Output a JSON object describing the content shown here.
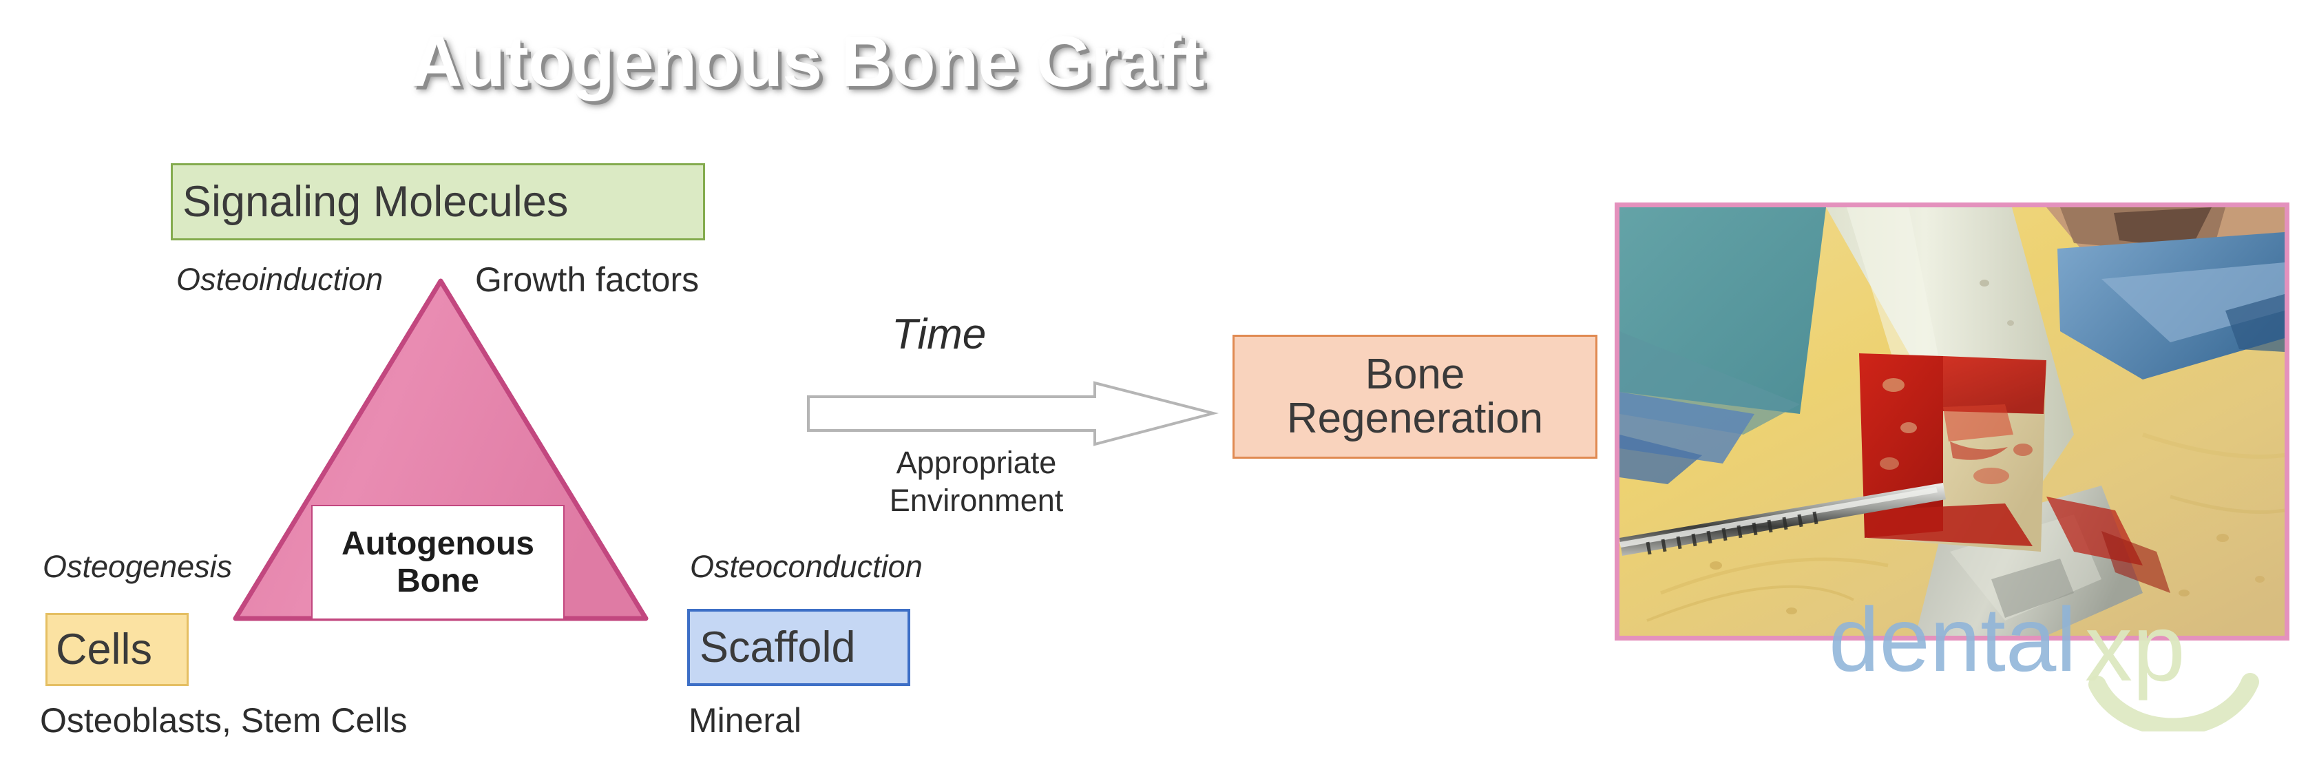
{
  "title": "Autogenous Bone Graft",
  "triad": {
    "signaling": {
      "box_label": "Signaling Molecules",
      "mechanism": "Osteoinduction",
      "component": "Growth factors"
    },
    "cells": {
      "box_label": "Cells",
      "mechanism": "Osteogenesis",
      "component": "Osteoblasts, Stem Cells"
    },
    "scaffold": {
      "box_label": "Scaffold",
      "mechanism": "Osteoconduction",
      "component": "Mineral"
    },
    "center": {
      "line1": "Autogenous",
      "line2": "Bone"
    }
  },
  "process": {
    "time_label": "Time",
    "condition_line1": "Appropriate",
    "condition_line2": "Environment",
    "arrow_icon": "right-block-arrow-icon"
  },
  "outcome": {
    "line1": "Bone",
    "line2": "Regeneration"
  },
  "photo": {
    "caption": "surgical-bone-graft-harvest-photo"
  },
  "watermark": {
    "brand_part1": "dental",
    "brand_part2": "xp"
  },
  "colors": {
    "signaling_fill": "#dbeac4",
    "signaling_border": "#84ab4e",
    "cells_fill": "#fbe2a2",
    "cells_border": "#e5bf63",
    "scaffold_fill": "#c5d7f4",
    "scaffold_border": "#3d6fc6",
    "outcome_fill": "#f9d3bd",
    "outcome_border": "#e08a52",
    "triangle_fill": "#e485ab",
    "triangle_border": "#c2477f",
    "photo_border": "#e491bd",
    "watermark_blue": "#8fb4d9",
    "watermark_green": "#dde8c0"
  }
}
